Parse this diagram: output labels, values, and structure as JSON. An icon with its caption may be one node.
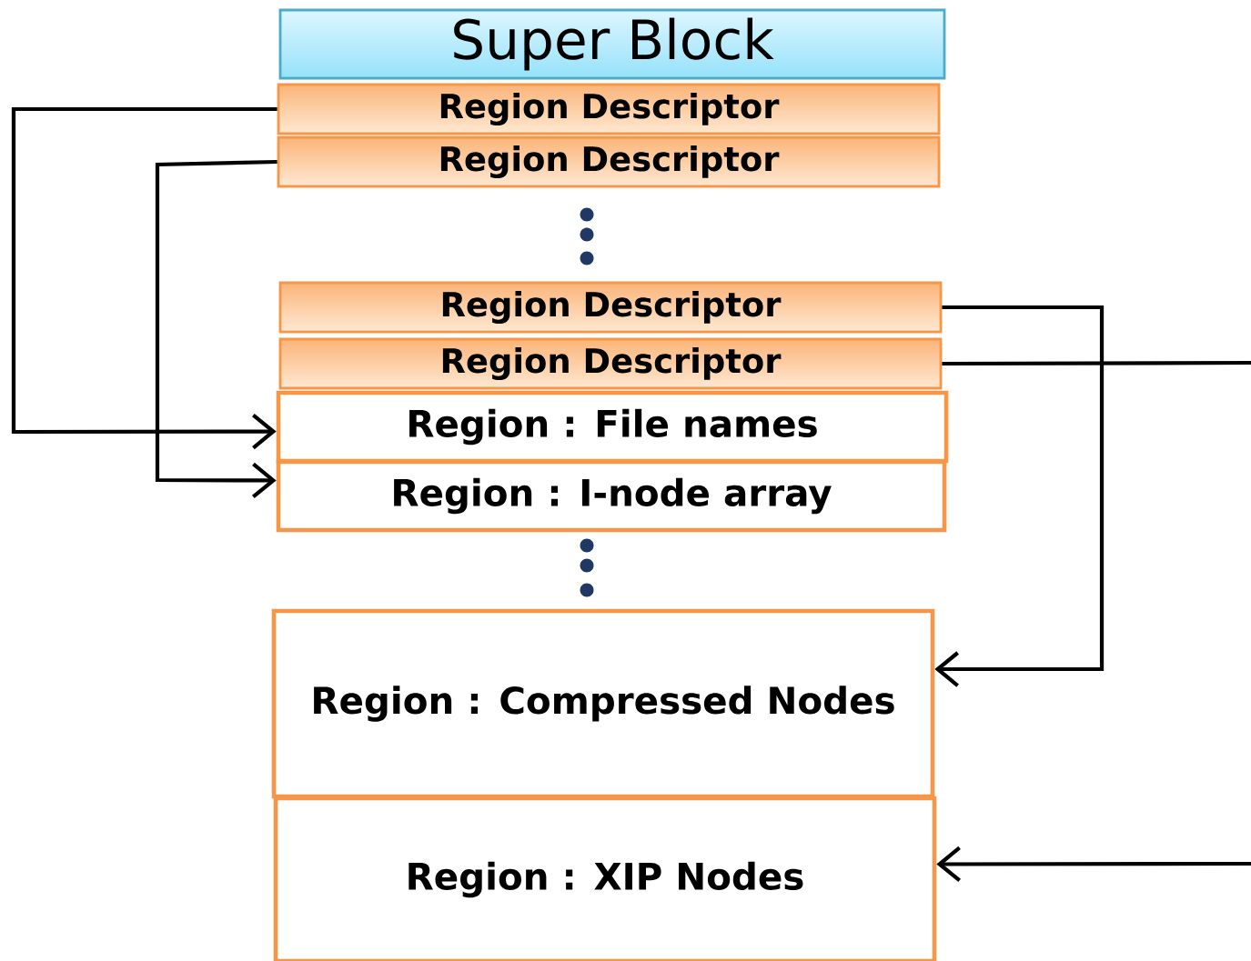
{
  "diagram": {
    "nodes": [
      {
        "text": [
          "Super Block"
        ]
      },
      {
        "text": [
          "Region Descriptor"
        ]
      },
      {
        "text": [
          "Region Descriptor"
        ]
      },
      {
        "text": [
          "Region Descriptor"
        ]
      },
      {
        "text": [
          "Region Descriptor"
        ]
      },
      {
        "text": [
          "Region : File names"
        ]
      },
      {
        "text": [
          "Region : I-node array"
        ]
      },
      {
        "text": [
          "Region : Compressed Nodes"
        ]
      },
      {
        "text": [
          "Region : XIP Nodes"
        ]
      }
    ],
    "edges": [
      {
        "from": 1,
        "to": 5,
        "arrow": "to"
      },
      {
        "from": 2,
        "to": 6,
        "arrow": "to"
      },
      {
        "from": 3,
        "to": 7,
        "arrow": "to"
      },
      {
        "from": 4,
        "to": null,
        "arrow": "none"
      },
      {
        "from": null,
        "to": 8,
        "arrow": "to"
      }
    ]
  }
}
